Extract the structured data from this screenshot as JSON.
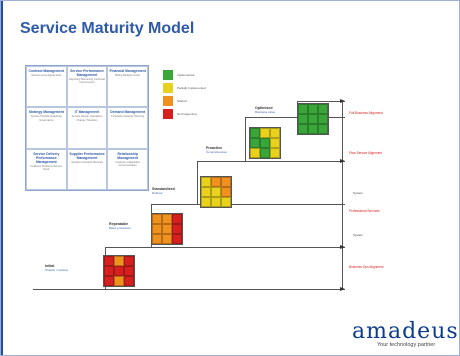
{
  "title": "Service Maturity Model",
  "colors": {
    "accent": "#2e5aa8",
    "green": "#3aa63a",
    "yellow": "#e8d21e",
    "orange": "#f0901e",
    "red": "#d6201f"
  },
  "grid": [
    {
      "title": "Contract Management",
      "sub": "Service Level Agreements"
    },
    {
      "title": "Service Performance Management",
      "sub": "Reporting Monitoring Continual Improvement"
    },
    {
      "title": "Financial Management",
      "sub": "Billing Budgets Costs"
    },
    {
      "title": "Strategy Management",
      "sub": "Service Portfolio Roadmap Governance"
    },
    {
      "title": "IT Management",
      "sub": "Service Design Operations Change Transition"
    },
    {
      "title": "Demand Management",
      "sub": "Forecasts Capacity Planning"
    },
    {
      "title": "Service Delivery Performance Management",
      "sub": "Incidents Problems Service Desk"
    },
    {
      "title": "Supplier Performance Management",
      "sub": "Vendors Contracts Reviews"
    },
    {
      "title": "Relationship Management",
      "sub": "Customer satisfaction Communication"
    }
  ],
  "legend": [
    {
      "label": "Implemented",
      "color": "#3aa63a"
    },
    {
      "label": "Partially implemented",
      "color": "#e8d21e"
    },
    {
      "label": "Started",
      "color": "#f0901e"
    },
    {
      "label": "Not happening",
      "color": "#d6201f"
    }
  ],
  "stages": [
    {
      "name": "Initial",
      "sub": "Chaotic / reactive"
    },
    {
      "name": "Repeatable",
      "sub": "Basic processes"
    },
    {
      "name": "Standardised",
      "sub": "Defined"
    },
    {
      "name": "Proactive",
      "sub": "Comprehensive"
    },
    {
      "name": "Optimised",
      "sub": "Business value"
    }
  ],
  "matrices": [
    [
      "red",
      "orange",
      "red",
      "red",
      "red",
      "red",
      "red",
      "orange",
      "red"
    ],
    [
      "orange",
      "orange",
      "red",
      "orange",
      "orange",
      "red",
      "orange",
      "orange",
      "red"
    ],
    [
      "yellow",
      "orange",
      "orange",
      "yellow",
      "yellow",
      "orange",
      "yellow",
      "yellow",
      "yellow"
    ],
    [
      "green",
      "yellow",
      "yellow",
      "green",
      "green",
      "yellow",
      "yellow",
      "green",
      "yellow"
    ],
    [
      "green",
      "green",
      "green",
      "green",
      "green",
      "green",
      "green",
      "green",
      "green"
    ]
  ],
  "right_labels": {
    "full_business": "Full Business Alignment",
    "flow_service": "Flow Service Alignment",
    "sys_1": "System",
    "professional": "Professional Services",
    "sys_2": "System",
    "business_ops": "Business Ops Alignment"
  },
  "logo": {
    "name": "amadeus",
    "tagline": "Your technology partner"
  }
}
